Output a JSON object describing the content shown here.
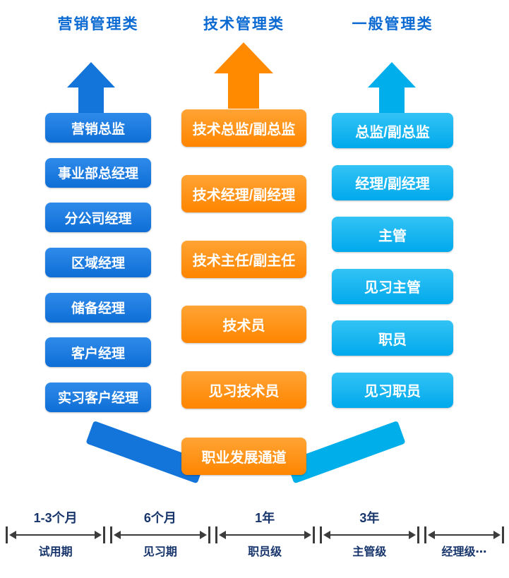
{
  "columns": [
    {
      "header": "营销管理类",
      "color": "#1374d9",
      "items": [
        "营销总监",
        "事业部总经理",
        "分公司经理",
        "区域经理",
        "储备经理",
        "客户经理",
        "实习客户经理"
      ]
    },
    {
      "header": "技术管理类",
      "color": "#ff8a00",
      "items": [
        "技术总监/副总监",
        "技术经理/副经理",
        "技术主任/副主任",
        "技术员",
        "见习技术员"
      ]
    },
    {
      "header": "一般管理类",
      "color": "#00aeec",
      "items": [
        "总监/副总监",
        "经理/副经理",
        "主管",
        "见习主管",
        "职员",
        "见习职员"
      ]
    }
  ],
  "channel": {
    "label": "职业发展通道"
  },
  "timeline": {
    "segments": [
      {
        "duration": "1-3个月",
        "level": "试用期"
      },
      {
        "duration": "6个月",
        "level": "见习期"
      },
      {
        "duration": "1年",
        "level": "职员级"
      },
      {
        "duration": "3年",
        "level": "主管级"
      },
      {
        "duration": "",
        "level": "经理级⋯"
      }
    ]
  },
  "colors": {
    "header_text": "#0a6ad2",
    "marketing_blue": "#1374d9",
    "technical_orange": "#ff8a00",
    "general_cyan": "#00aeec",
    "timeline_text": "#17356b",
    "timeline_line": "#3c3c3c"
  }
}
